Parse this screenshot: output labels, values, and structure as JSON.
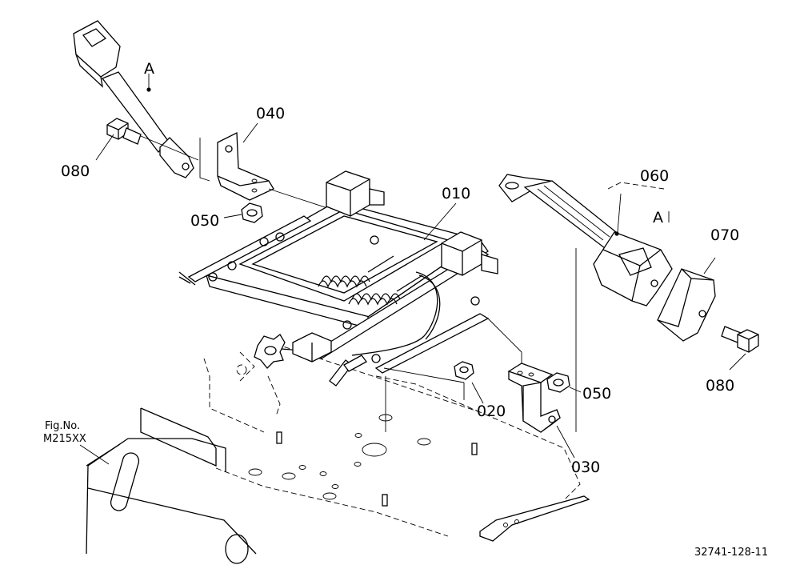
{
  "diagram": {
    "figure_caption": {
      "line1": "Fig.No.",
      "line2": "M215XX"
    },
    "drawing_number": "32741-128-11",
    "view_marker": "A",
    "callouts": [
      {
        "id": "080-left",
        "text": "080"
      },
      {
        "id": "040",
        "text": "040"
      },
      {
        "id": "050-left",
        "text": "050"
      },
      {
        "id": "010",
        "text": "010"
      },
      {
        "id": "060",
        "text": "060"
      },
      {
        "id": "070",
        "text": "070"
      },
      {
        "id": "080-right",
        "text": "080"
      },
      {
        "id": "050-right",
        "text": "050"
      },
      {
        "id": "020",
        "text": "020"
      },
      {
        "id": "030",
        "text": "030"
      }
    ]
  }
}
